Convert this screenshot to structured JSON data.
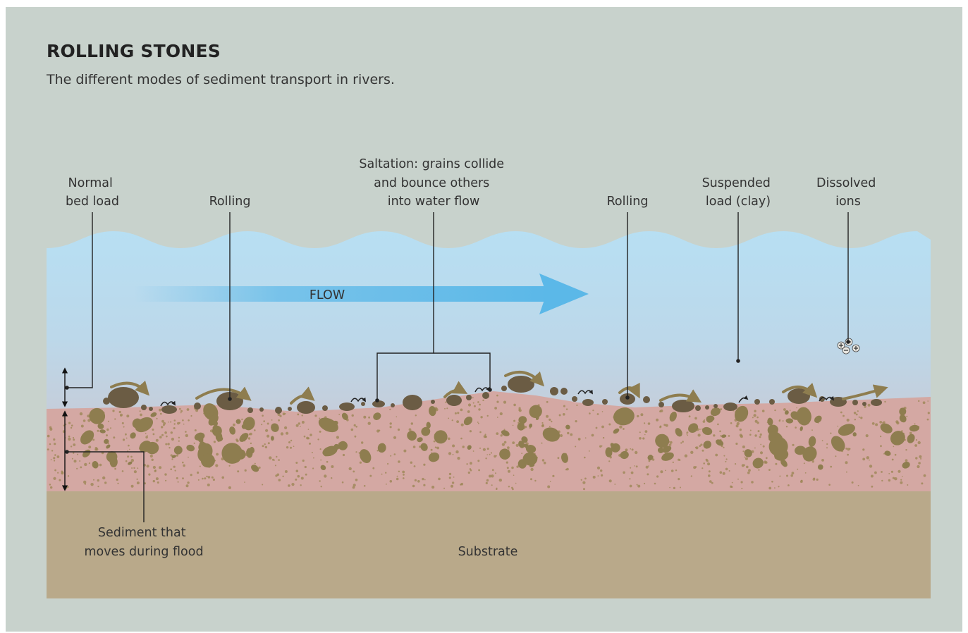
{
  "title": "ROLLING STONES",
  "subtitle": "The different modes of sediment transport in rivers.",
  "labels": {
    "normal_bed_load": [
      "Normal",
      "bed load"
    ],
    "rolling": "Rolling",
    "saltation": [
      "Saltation: grains collide",
      "and bounce others",
      "into water flow"
    ],
    "suspended_load": [
      "Suspended",
      "load (clay)"
    ],
    "dissolved_ions": [
      "Dissolved",
      "ions"
    ],
    "flow": "FLOW",
    "sediment_flood": [
      "Sediment that",
      "moves during flood"
    ],
    "substrate": "Substrate"
  },
  "colors": {
    "background": "#c8d2cc",
    "water_top": "#b7dff3",
    "water_bottom": "#c3cfd9",
    "sediment": "#d4a8a3",
    "substrate": "#b9a98a",
    "pebble": "#8e7d4f",
    "rock": "#6b5c44",
    "flow_arrow": "#5bb8e8"
  },
  "icons": [
    "flow-arrow-icon",
    "dissolved-ion-icon",
    "double-arrow-icon",
    "curved-arrow-icon"
  ]
}
